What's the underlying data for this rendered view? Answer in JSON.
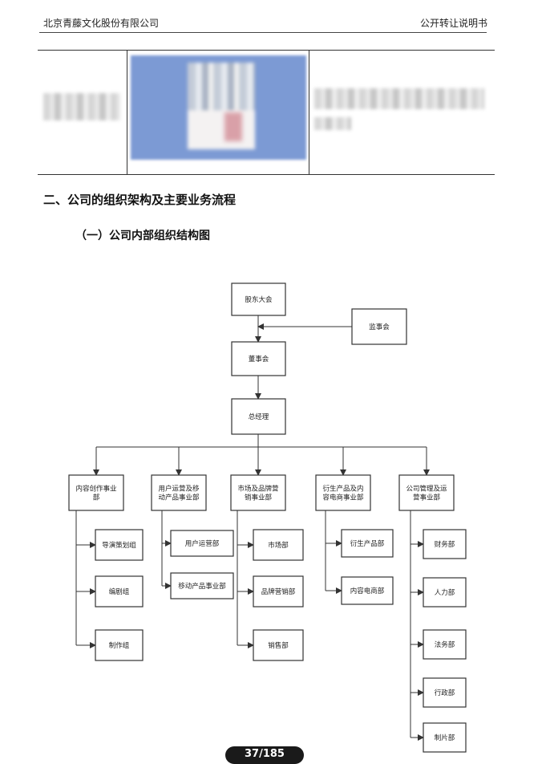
{
  "header": {
    "left": "北京青藤文化股份有限公司",
    "right": "公开转让说明书"
  },
  "section_title": "二、公司的组织架构及主要业务流程",
  "subsection_title": "（一）公司内部组织结构图",
  "org_chart": {
    "top": "股东大会",
    "supervisor": "监事会",
    "board": "董事会",
    "gm": "总经理",
    "divisions": [
      {
        "label": [
          "内容创作事业",
          "部"
        ],
        "children": [
          "导演策划组",
          "编剧组",
          "制作组"
        ]
      },
      {
        "label": [
          "用户运营及移",
          "动产品事业部"
        ],
        "children": [
          "用户运营部",
          "移动产品事业部"
        ]
      },
      {
        "label": [
          "市场及品牌营",
          "销事业部"
        ],
        "children": [
          "市场部",
          "品牌营销部",
          "销售部"
        ]
      },
      {
        "label": [
          "衍生产品及内",
          "容电商事业部"
        ],
        "children": [
          "衍生产品部",
          "内容电商部"
        ]
      },
      {
        "label": [
          "公司管理及运",
          "营事业部"
        ],
        "children": [
          "财务部",
          "人力部",
          "法务部",
          "行政部",
          "制片部"
        ]
      }
    ]
  },
  "page_number": "37/185"
}
